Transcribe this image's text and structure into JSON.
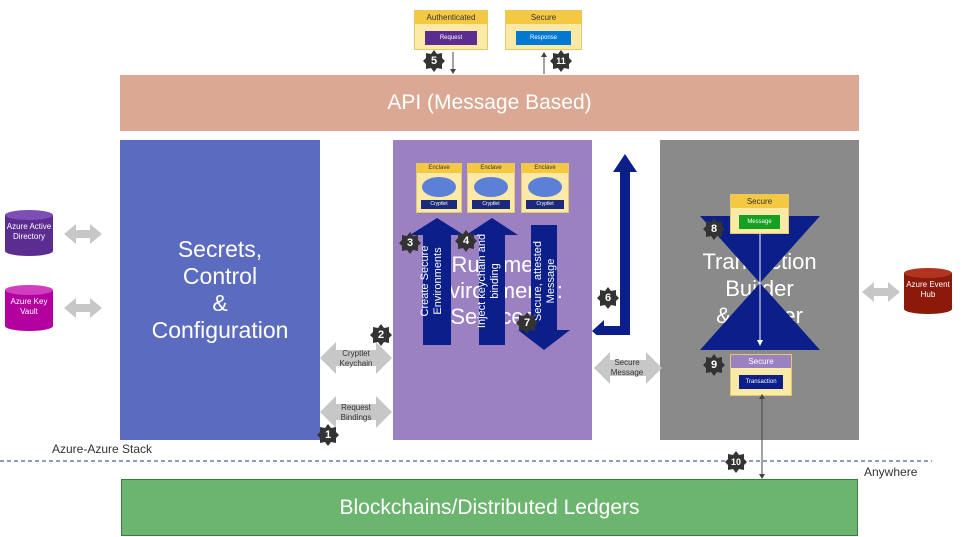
{
  "top_cards": {
    "authenticated": {
      "title": "Authenticated",
      "pill": "Request"
    },
    "secure_response": {
      "title": "Secure",
      "pill": "Response"
    }
  },
  "api_bar": {
    "label": "API (Message Based)"
  },
  "secrets_panel": {
    "line1": "Secrets,",
    "line2": "Control",
    "line3": "&",
    "line4": "Configuration"
  },
  "runtime_panel": {
    "line1": "Runtime",
    "line2": "Environments:",
    "line3": "Services"
  },
  "enclaves": [
    {
      "title": "Enclave",
      "pill": "Cryptlet"
    },
    {
      "title": "Enclave",
      "pill": "Cryptlet"
    },
    {
      "title": "Enclave",
      "pill": "Cryptlet"
    }
  ],
  "runtime_arrows": {
    "create": "Create Secure Environments",
    "inject": "Inject keychain and binding",
    "secure_msg": "Secure, attested Message"
  },
  "transaction_panel": {
    "line1": "Transaction",
    "line2": "Builder",
    "line3": "& Router"
  },
  "secure_message_card": {
    "title": "Secure",
    "pill": "Message"
  },
  "secure_transaction_card": {
    "title": "Secure",
    "pill": "Transaction"
  },
  "connectors": {
    "cryptlet_keychain": "Cryptlet Keychain",
    "request_bindings": "Request Bindings",
    "secure_message": "Secure Message"
  },
  "left_resources": [
    {
      "label": "Azure Active Directory",
      "color": "#5c2d91"
    },
    {
      "label": "Azure Key Vault",
      "color": "#b4009e"
    }
  ],
  "right_resource": {
    "label": "Azure Event Hub",
    "color": "#8b1a0a"
  },
  "boundary": {
    "left_label": "Azure-Azure Stack",
    "right_label": "Anywhere"
  },
  "ledger_bar": {
    "label": "Blockchains/Distributed Ledgers"
  },
  "steps": [
    "1",
    "2",
    "3",
    "4",
    "5",
    "6",
    "7",
    "8",
    "9",
    "10",
    "11"
  ],
  "colors": {
    "api": "#dba894",
    "secrets": "#5b6bbf",
    "runtime": "#9b80c2",
    "transaction": "#8a8a8a",
    "ledger": "#6bb56e",
    "navy": "#0b1e8a"
  }
}
